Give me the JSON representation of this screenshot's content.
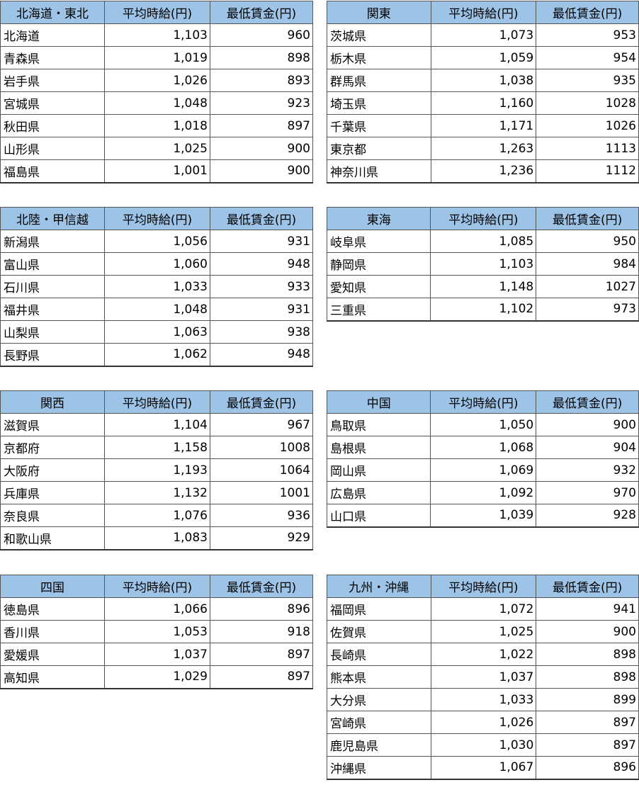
{
  "headers": {
    "avg": "平均時給(円)",
    "min": "最低賃金(円)"
  },
  "regions": [
    {
      "id": "hokkaido-tohoku",
      "name": "北海道・東北",
      "rows": [
        [
          "北海道",
          "1,103",
          "960"
        ],
        [
          "青森県",
          "1,019",
          "898"
        ],
        [
          "岩手県",
          "1,026",
          "893"
        ],
        [
          "宮城県",
          "1,048",
          "923"
        ],
        [
          "秋田県",
          "1,018",
          "897"
        ],
        [
          "山形県",
          "1,025",
          "900"
        ],
        [
          "福島県",
          "1,001",
          "900"
        ]
      ]
    },
    {
      "id": "kanto",
      "name": "関東",
      "rows": [
        [
          "茨城県",
          "1,073",
          "953"
        ],
        [
          "栃木県",
          "1,059",
          "954"
        ],
        [
          "群馬県",
          "1,038",
          "935"
        ],
        [
          "埼玉県",
          "1,160",
          "1028"
        ],
        [
          "千葉県",
          "1,171",
          "1026"
        ],
        [
          "東京都",
          "1,263",
          "1113"
        ],
        [
          "神奈川県",
          "1,236",
          "1112"
        ]
      ]
    },
    {
      "id": "hokuriku-koshinetsu",
      "name": "北陸・甲信越",
      "rows": [
        [
          "新潟県",
          "1,056",
          "931"
        ],
        [
          "富山県",
          "1,060",
          "948"
        ],
        [
          "石川県",
          "1,033",
          "933"
        ],
        [
          "福井県",
          "1,048",
          "931"
        ],
        [
          "山梨県",
          "1,063",
          "938"
        ],
        [
          "長野県",
          "1,062",
          "948"
        ]
      ]
    },
    {
      "id": "tokai",
      "name": "東海",
      "rows": [
        [
          "岐阜県",
          "1,085",
          "950"
        ],
        [
          "静岡県",
          "1,103",
          "984"
        ],
        [
          "愛知県",
          "1,148",
          "1027"
        ],
        [
          "三重県",
          "1,102",
          "973"
        ]
      ]
    },
    {
      "id": "kansai",
      "name": "関西",
      "rows": [
        [
          "滋賀県",
          "1,104",
          "967"
        ],
        [
          "京都府",
          "1,158",
          "1008"
        ],
        [
          "大阪府",
          "1,193",
          "1064"
        ],
        [
          "兵庫県",
          "1,132",
          "1001"
        ],
        [
          "奈良県",
          "1,076",
          "936"
        ],
        [
          "和歌山県",
          "1,083",
          "929"
        ]
      ]
    },
    {
      "id": "chugoku",
      "name": "中国",
      "rows": [
        [
          "鳥取県",
          "1,050",
          "900"
        ],
        [
          "島根県",
          "1,068",
          "904"
        ],
        [
          "岡山県",
          "1,069",
          "932"
        ],
        [
          "広島県",
          "1,092",
          "970"
        ],
        [
          "山口県",
          "1,039",
          "928"
        ]
      ]
    },
    {
      "id": "shikoku",
      "name": "四国",
      "rows": [
        [
          "徳島県",
          "1,066",
          "896"
        ],
        [
          "香川県",
          "1,053",
          "918"
        ],
        [
          "愛媛県",
          "1,037",
          "897"
        ],
        [
          "高知県",
          "1,029",
          "897"
        ]
      ]
    },
    {
      "id": "kyushu-okinawa",
      "name": "九州・沖縄",
      "rows": [
        [
          "福岡県",
          "1,072",
          "941"
        ],
        [
          "佐賀県",
          "1,025",
          "900"
        ],
        [
          "長崎県",
          "1,022",
          "898"
        ],
        [
          "熊本県",
          "1,037",
          "898"
        ],
        [
          "大分県",
          "1,033",
          "899"
        ],
        [
          "宮崎県",
          "1,026",
          "897"
        ],
        [
          "鹿児島県",
          "1,030",
          "897"
        ],
        [
          "沖縄県",
          "1,067",
          "896"
        ]
      ]
    }
  ]
}
